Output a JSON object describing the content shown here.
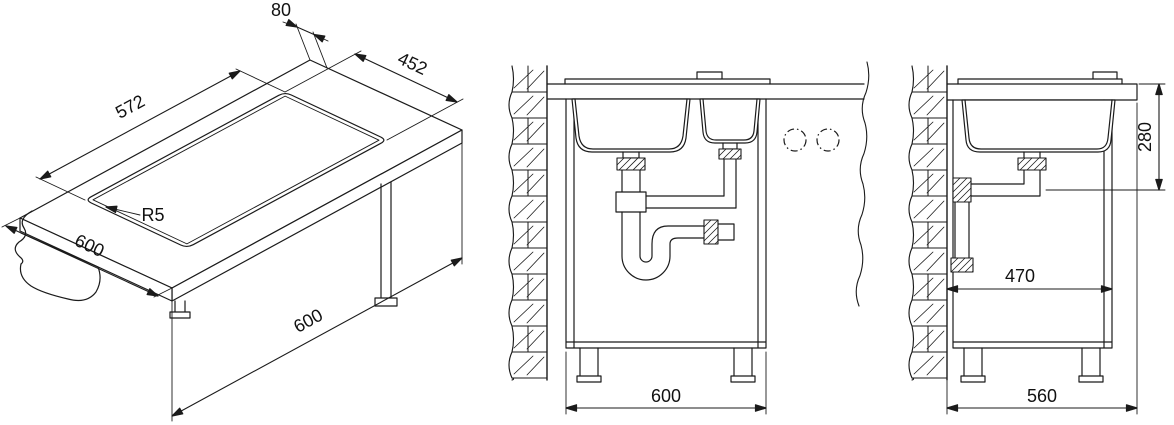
{
  "drawing": {
    "stroke": "#1b1b1b",
    "background": "#ffffff",
    "views": {
      "isometric": {
        "label_offset_top": "80",
        "label_cutout_width": "452",
        "label_cutout_length": "572",
        "label_corner_radius": "R5",
        "label_depth": "600",
        "label_length": "600"
      },
      "front": {
        "label_width": "600"
      },
      "side": {
        "label_drain_height": "280",
        "label_clearance": "470",
        "label_depth": "560"
      }
    }
  }
}
